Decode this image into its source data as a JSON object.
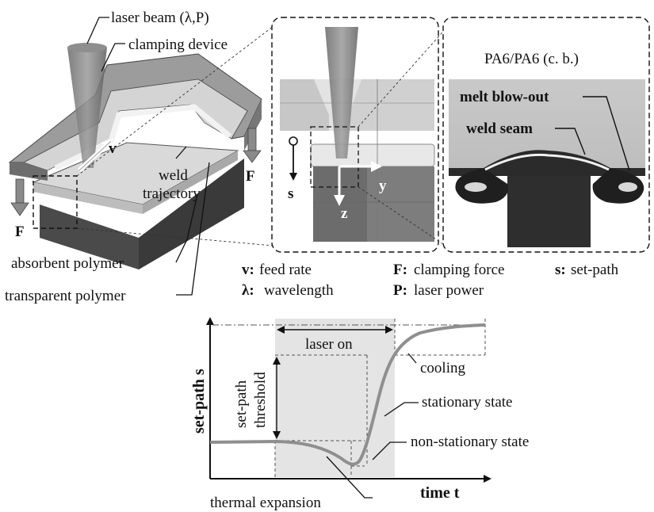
{
  "setup": {
    "laser_beam": "laser beam (λ,P)",
    "clamping_device": "clamping device",
    "v_symbol": "v",
    "weld_trajectory_line1": "weld",
    "weld_trajectory_line2": "trajectory",
    "force_left": "F",
    "force_right": "F",
    "absorbent_polymer": "absorbent polymer",
    "transparent_polymer": "transparent polymer"
  },
  "detail": {
    "s_label": "s",
    "y_label": "y",
    "z_label": "z"
  },
  "micrograph": {
    "title": "PA6/PA6 (c. b.)",
    "melt_blowout": "melt blow-out",
    "weld_seam": "weld seam"
  },
  "legend": {
    "v_key": "v:",
    "v_text": "feed rate",
    "lambda_key": "λ:",
    "lambda_text": "wavelength",
    "F_key": "F:",
    "F_text": "clamping force",
    "P_key": "P:",
    "P_text": "laser power",
    "s_key": "s:",
    "s_text": "set-path"
  },
  "graph": {
    "ylabel": "set-path s",
    "xlabel": "time t",
    "laser_on": "laser on",
    "threshold_line1": "set-path",
    "threshold_line2": "threshold",
    "cooling": "cooling",
    "stationary": "stationary state",
    "non_stationary": "non-stationary state",
    "thermal_expansion": "thermal expansion"
  },
  "colors": {
    "curve": "#8f8f8f",
    "laser_band": "#e4e4e4",
    "frame": "#333333"
  }
}
